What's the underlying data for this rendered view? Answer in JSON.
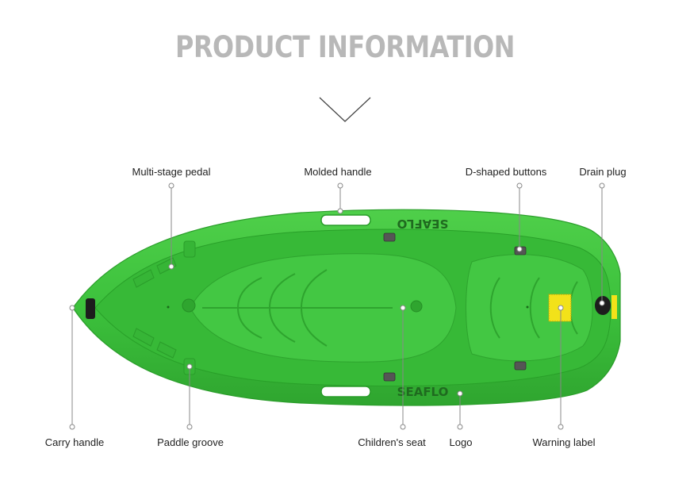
{
  "header": {
    "title": "PRODUCT INFORMATION"
  },
  "product": {
    "brand_logo_text": "SEAFLO"
  },
  "callouts": {
    "top": [
      {
        "key": "pedal",
        "label": "Multi-stage pedal"
      },
      {
        "key": "molded",
        "label": "Molded handle"
      },
      {
        "key": "dbuttons",
        "label": "D-shaped buttons"
      },
      {
        "key": "drain",
        "label": "Drain plug"
      }
    ],
    "bottom": [
      {
        "key": "carry",
        "label": "Carry handle"
      },
      {
        "key": "groove",
        "label": "Paddle groove"
      },
      {
        "key": "seat",
        "label": "Children's seat"
      },
      {
        "key": "logo",
        "label": "Logo"
      },
      {
        "key": "warning",
        "label": "Warning label"
      }
    ]
  },
  "colors": {
    "hull": "#3cc13c",
    "hull_dark": "#2a9d2a",
    "hull_light": "#5fd65a",
    "accent_yellow": "#f2e21a",
    "title_gray": "#b8b8b8"
  }
}
